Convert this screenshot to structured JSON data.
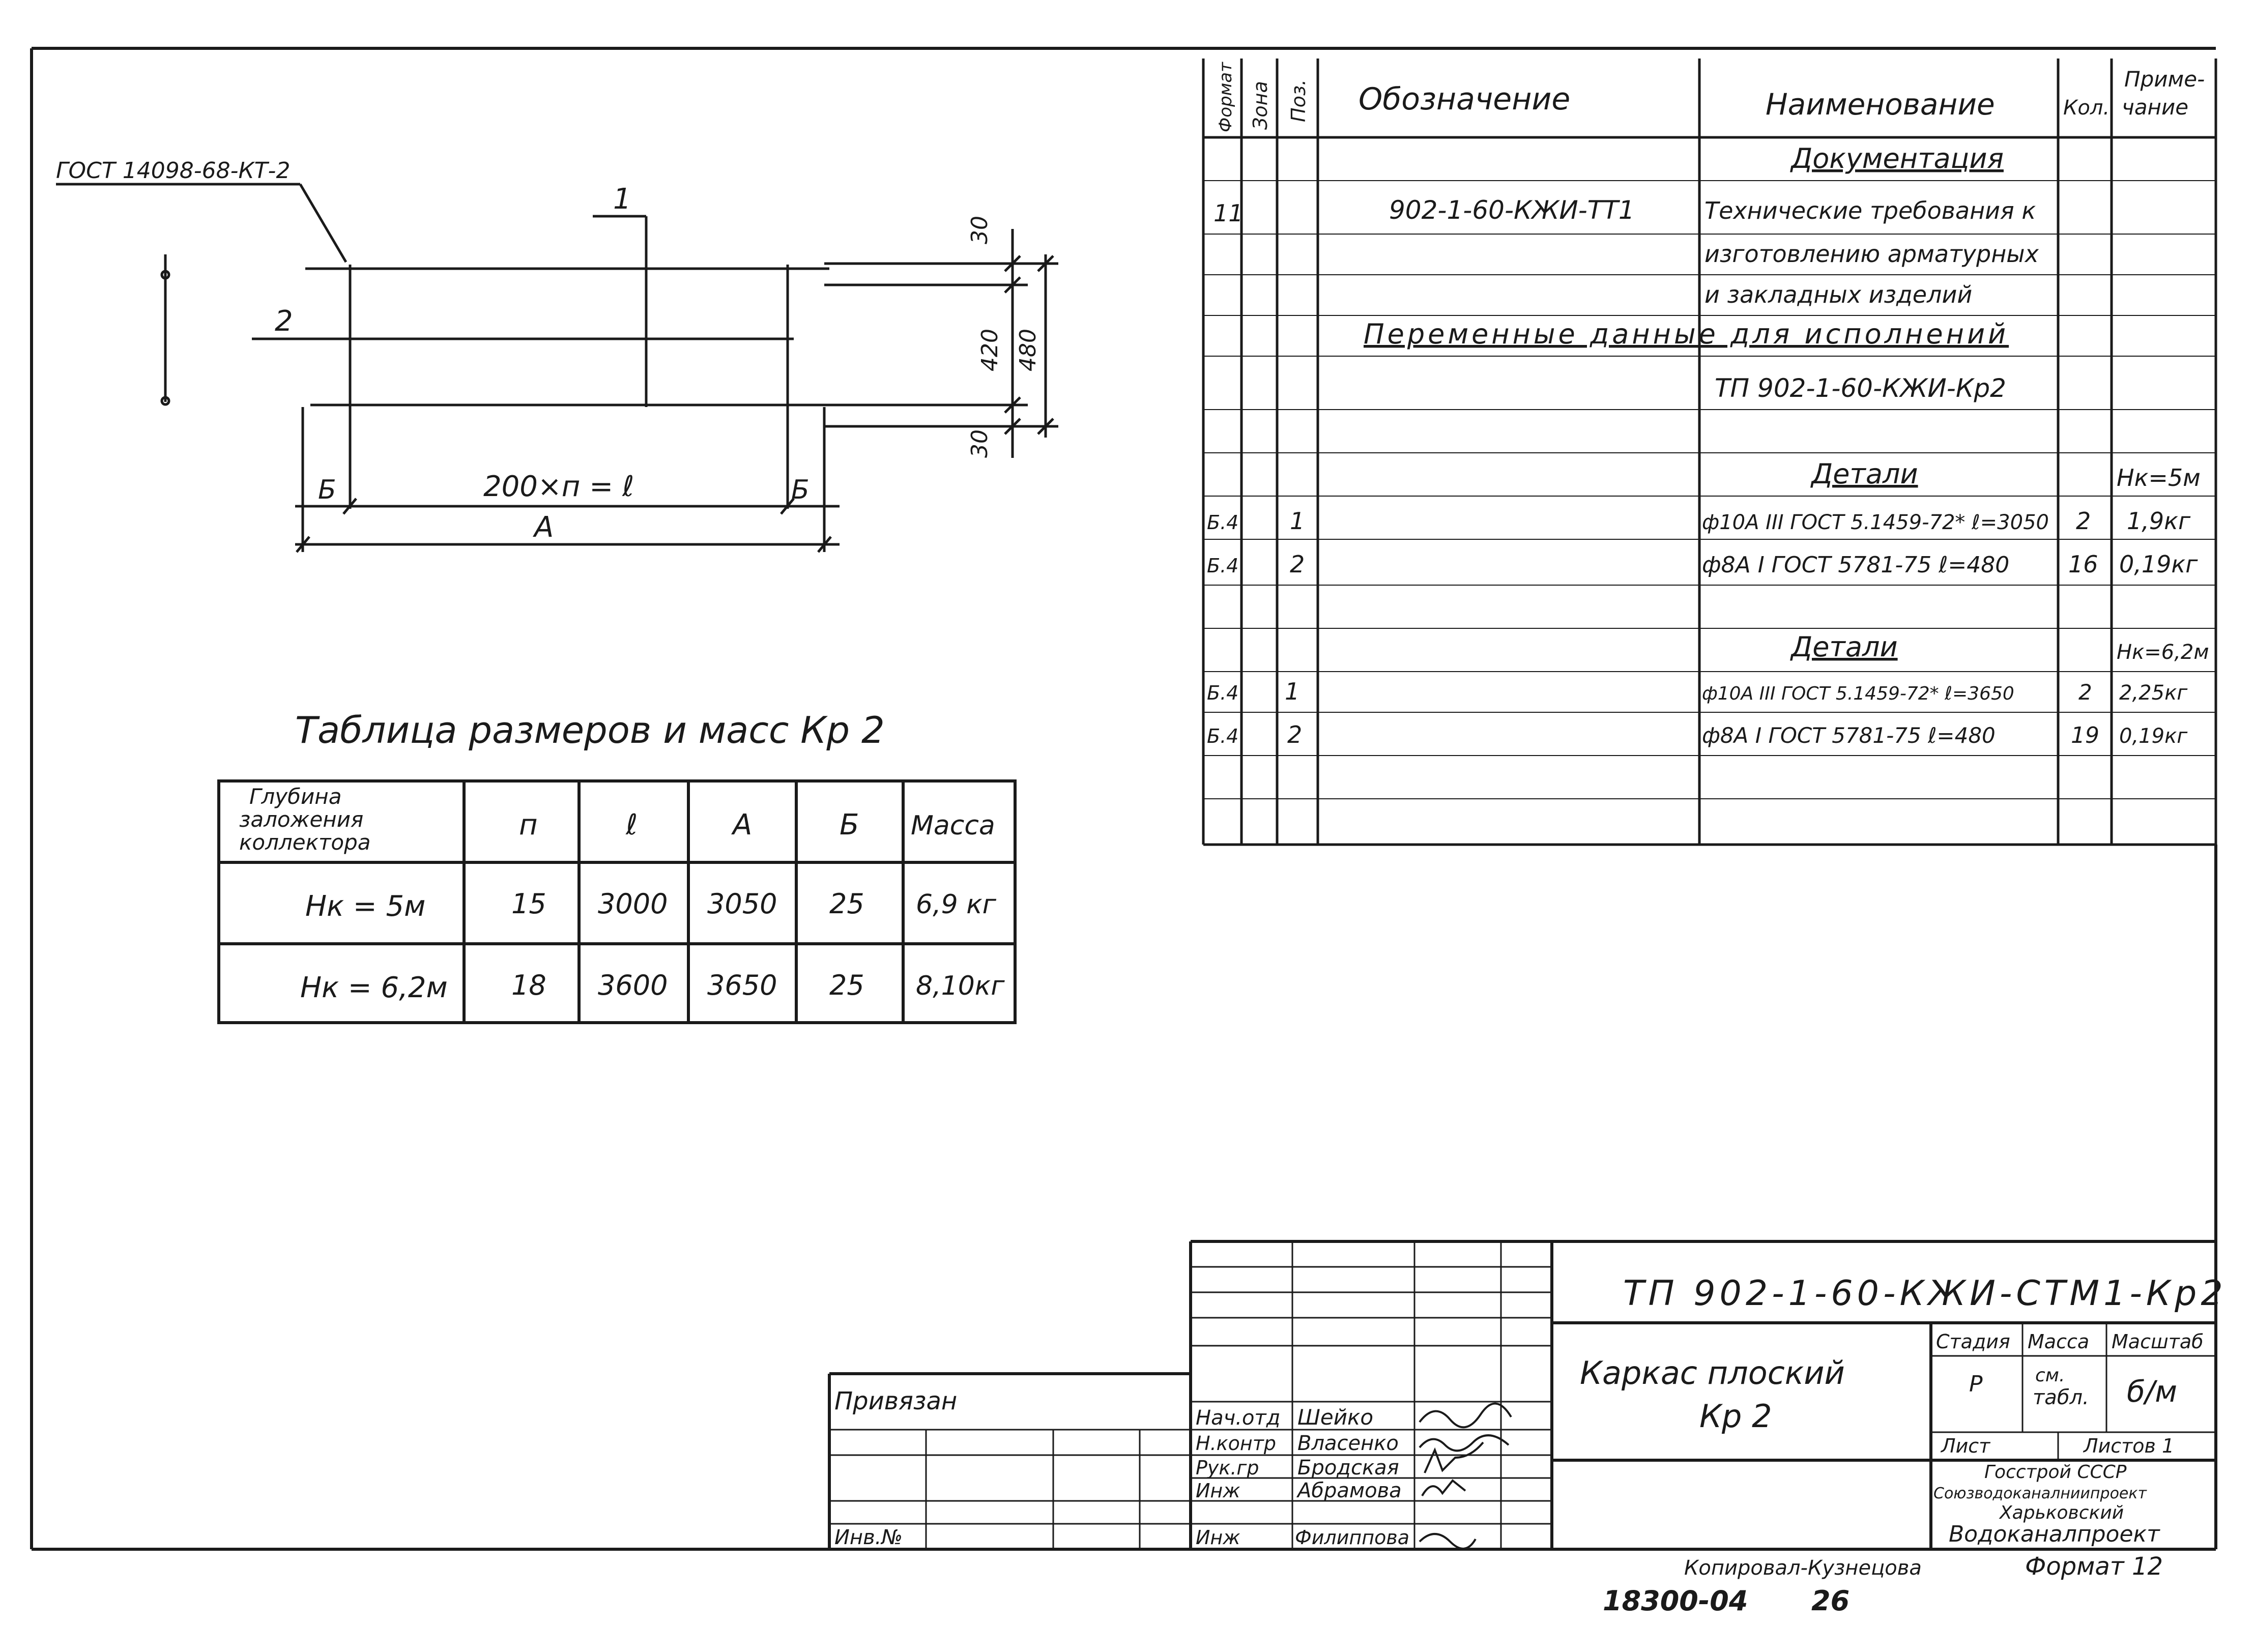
{
  "drawing": {
    "gost_note": "ГОСТ 14098-68-КТ-2",
    "pos1": "1",
    "pos2": "2",
    "dim_30_top": "30",
    "dim_420": "420",
    "dim_480": "480",
    "dim_30_bottom": "30",
    "dim_b_left": "Б",
    "dim_b_right": "Б",
    "dim_span": "200×п = ℓ",
    "dim_a": "А"
  },
  "size_table": {
    "title": "Таблица размеров и масс Кр 2",
    "headers": [
      "Глубина заложения коллектора",
      "п",
      "ℓ",
      "А",
      "Б",
      "Масса"
    ],
    "header_depth_lines": [
      "Глубина",
      "заложения",
      "коллектора"
    ],
    "rows": [
      [
        "Нк = 5м",
        "15",
        "3000",
        "3050",
        "25",
        "6,9 кг"
      ],
      [
        "Нк = 6,2м",
        "18",
        "3600",
        "3650",
        "25",
        "8,10кг"
      ]
    ]
  },
  "spec": {
    "headers": {
      "format": "Формат",
      "zone": "Зона",
      "pos": "Поз.",
      "designation": "Обозначение",
      "name": "Наименование",
      "qty": "Кол.",
      "note_1": "Приме-",
      "note_2": "чание"
    },
    "section_docs": "Документация",
    "docs_row": {
      "format": "11",
      "designation": "902-1-60-КЖИ-ТТ1"
    },
    "docs_name_lines": [
      "Технические требования к",
      "изготовлению арматурных",
      "и закладных изделий"
    ],
    "variable_heading": "Переменные данные для исполнений",
    "variant": "ТП 902-1-60-КЖИ-Кр2",
    "details_1": {
      "heading": "Детали",
      "note": "Нк=5м"
    },
    "details_1_rows": [
      {
        "format": "Б.4",
        "pos": "1",
        "name": "ф10А III ГОСТ 5.1459-72* ℓ=3050",
        "qty": "2",
        "note": "1,9кг"
      },
      {
        "format": "Б.4",
        "pos": "2",
        "name": "ф8А I ГОСТ 5781-75 ℓ=480",
        "qty": "16",
        "note": "0,19кг"
      }
    ],
    "details_2": {
      "heading": "Детали",
      "note": "Нк=6,2м"
    },
    "details_2_rows": [
      {
        "format": "Б.4",
        "pos": "1",
        "name": "ф10А III ГОСТ 5.1459-72* ℓ=3650",
        "qty": "2",
        "note": "2,25кг"
      },
      {
        "format": "Б.4",
        "pos": "2",
        "name": "ф8А I ГОСТ 5781-75 ℓ=480",
        "qty": "19",
        "note": "0,19кг"
      }
    ]
  },
  "title_block": {
    "code": "ТП 902-1-60-КЖИ-СТМ1-Кр2",
    "name_line1": "Каркас плоский",
    "name_line2": "Кр 2",
    "stage_label": "Стадия",
    "mass_label": "Масса",
    "scale_label": "Масштаб",
    "stage": "Р",
    "mass_1": "см.",
    "mass_2": "табл.",
    "scale": "б/м",
    "sheet_label": "Лист",
    "sheets_label": "Листов 1",
    "org_1": "Госстрой СССР",
    "org_2": "Союзводоканалниипроект",
    "org_3": "Харьковский",
    "org_4": "Водоканалпроект",
    "roles": [
      {
        "role": "Нач.отд",
        "name": "Шейко"
      },
      {
        "role": "Н.контр",
        "name": "Власенко"
      },
      {
        "role": "Рук.гр",
        "name": "Бродская"
      },
      {
        "role": "Инж",
        "name": "Абрамова"
      },
      {
        "role": "Инж",
        "name": "Филиппова"
      }
    ],
    "bound": "Привязан",
    "inv": "Инв.№"
  },
  "footer": {
    "copied": "Копировал-Кузнецова",
    "format": "Формат 12",
    "number": "18300-04",
    "page": "26"
  }
}
